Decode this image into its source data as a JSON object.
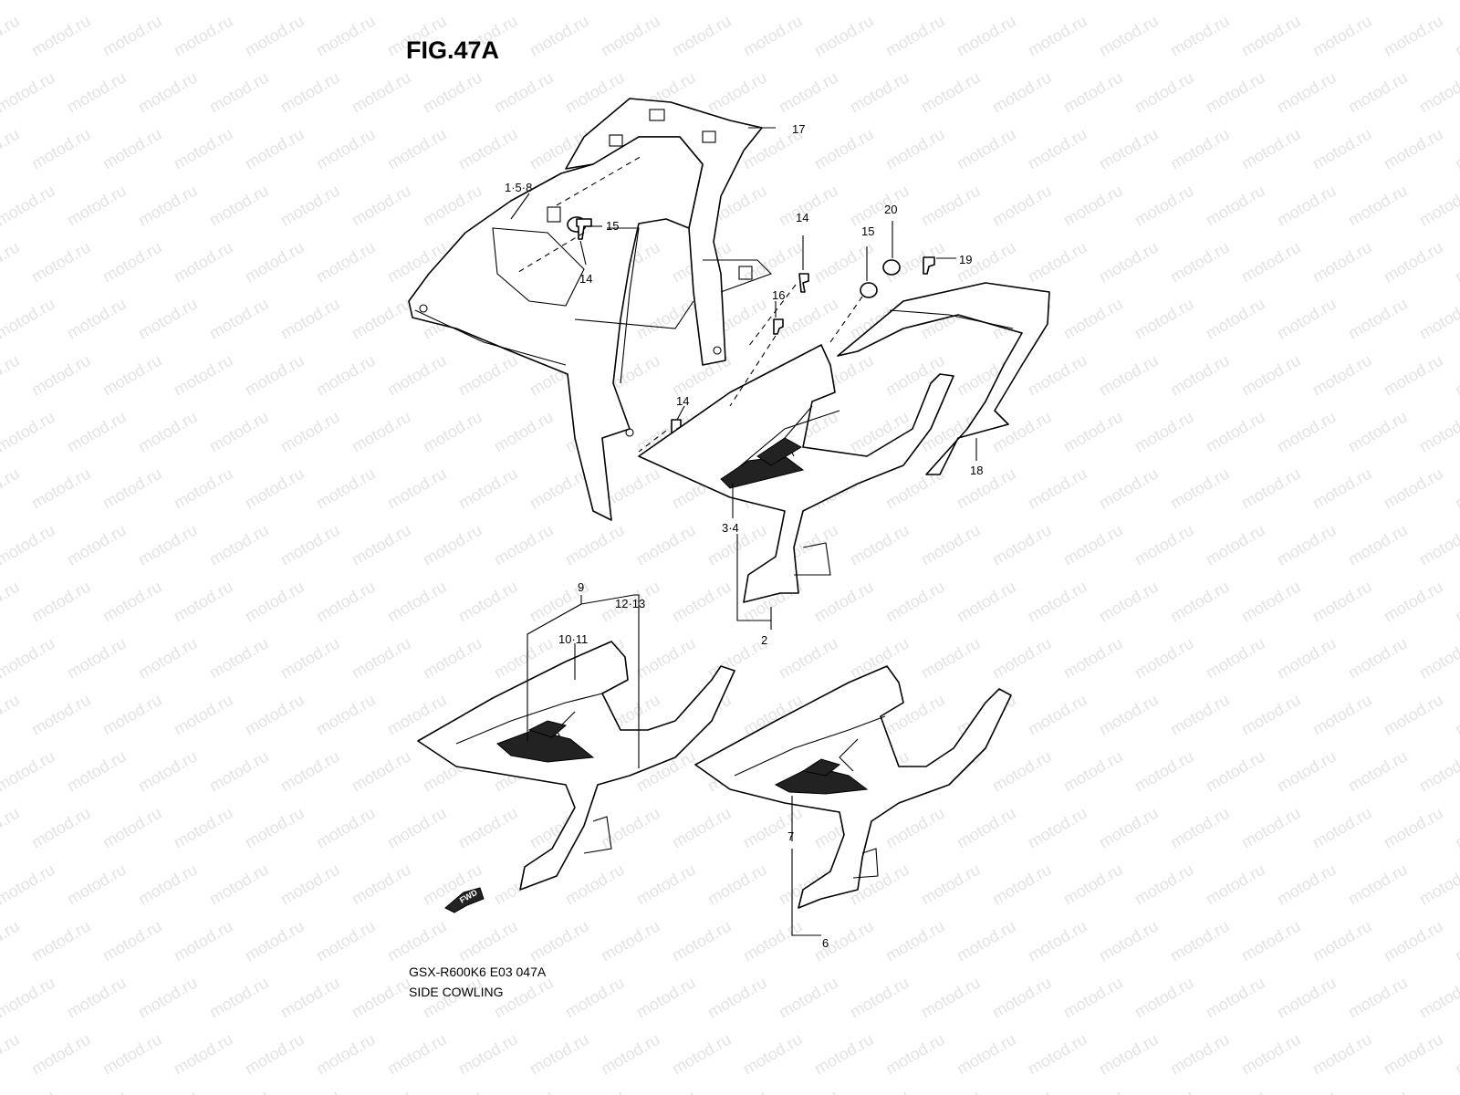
{
  "figure": {
    "title": "FIG.47A",
    "model_code": "GSX-R600K6 E03 047A",
    "section_name": "SIDE COWLING",
    "watermark": "motod.ru",
    "fwd_label": "FWD"
  },
  "callouts": [
    {
      "id": "c17",
      "text": "17"
    },
    {
      "id": "c158",
      "text": "1·5·8"
    },
    {
      "id": "c15a",
      "text": "15"
    },
    {
      "id": "c14a",
      "text": "14"
    },
    {
      "id": "c14b",
      "text": "14"
    },
    {
      "id": "c15b",
      "text": "15"
    },
    {
      "id": "c20",
      "text": "20"
    },
    {
      "id": "c19",
      "text": "19"
    },
    {
      "id": "c16",
      "text": "16"
    },
    {
      "id": "c14c",
      "text": "14"
    },
    {
      "id": "c18",
      "text": "18"
    },
    {
      "id": "c34",
      "text": "3·4"
    },
    {
      "id": "c2",
      "text": "2"
    },
    {
      "id": "c9",
      "text": "9"
    },
    {
      "id": "c1213",
      "text": "12·13"
    },
    {
      "id": "c1011",
      "text": "10·11"
    },
    {
      "id": "c7",
      "text": "7"
    },
    {
      "id": "c6",
      "text": "6"
    }
  ]
}
